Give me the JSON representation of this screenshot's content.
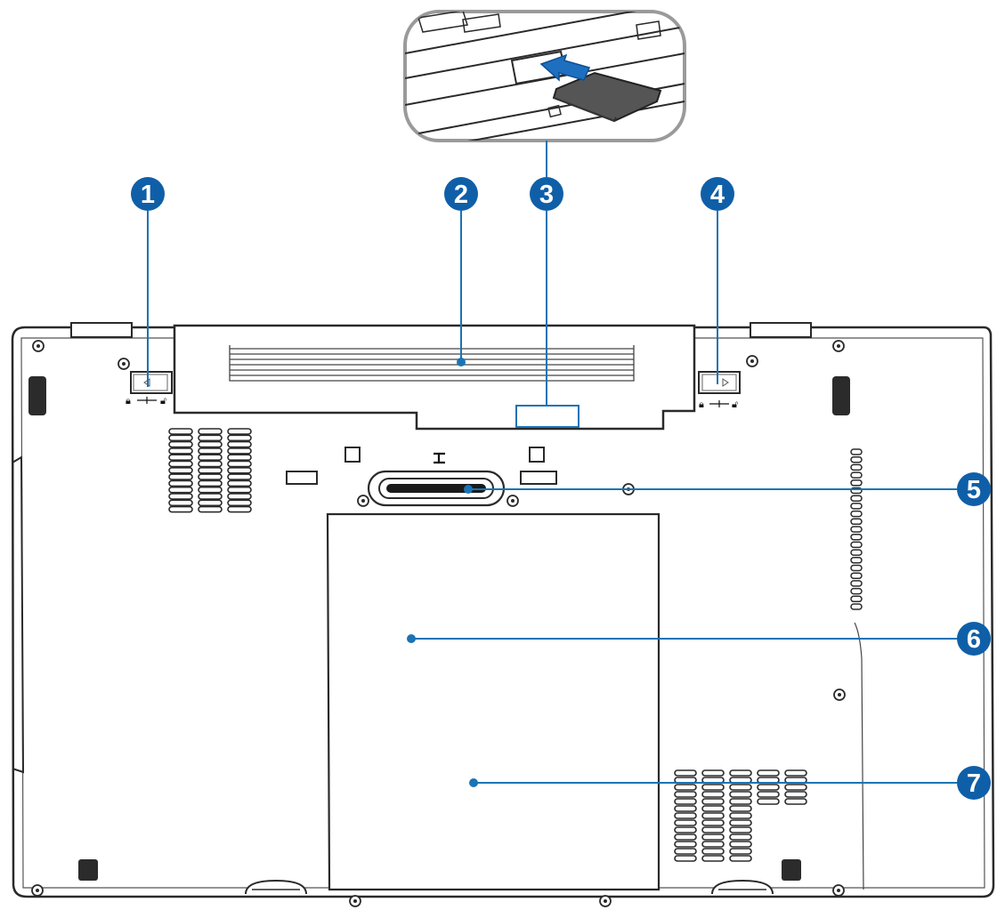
{
  "colors": {
    "callout_fill": "#0f5fa8",
    "leader_line": "#1a73b5",
    "outline": "#2a2a2a",
    "arrow": "#1e6fc0"
  },
  "callouts": [
    {
      "id": 1,
      "label": "1",
      "part": "battery-lock-spring"
    },
    {
      "id": 2,
      "label": "2",
      "part": "battery-pack"
    },
    {
      "id": 3,
      "label": "3",
      "part": "memory-card-slot"
    },
    {
      "id": 4,
      "label": "4",
      "part": "battery-lock-manual"
    },
    {
      "id": 5,
      "label": "5",
      "part": "docking-port"
    },
    {
      "id": 6,
      "label": "6",
      "part": "memory-compartment"
    },
    {
      "id": 7,
      "label": "7",
      "part": "cpu-fan-vent"
    }
  ],
  "icons": [
    "lock-closed-icon",
    "lock-open-icon",
    "card-slot-icon",
    "insert-arrow-icon"
  ]
}
